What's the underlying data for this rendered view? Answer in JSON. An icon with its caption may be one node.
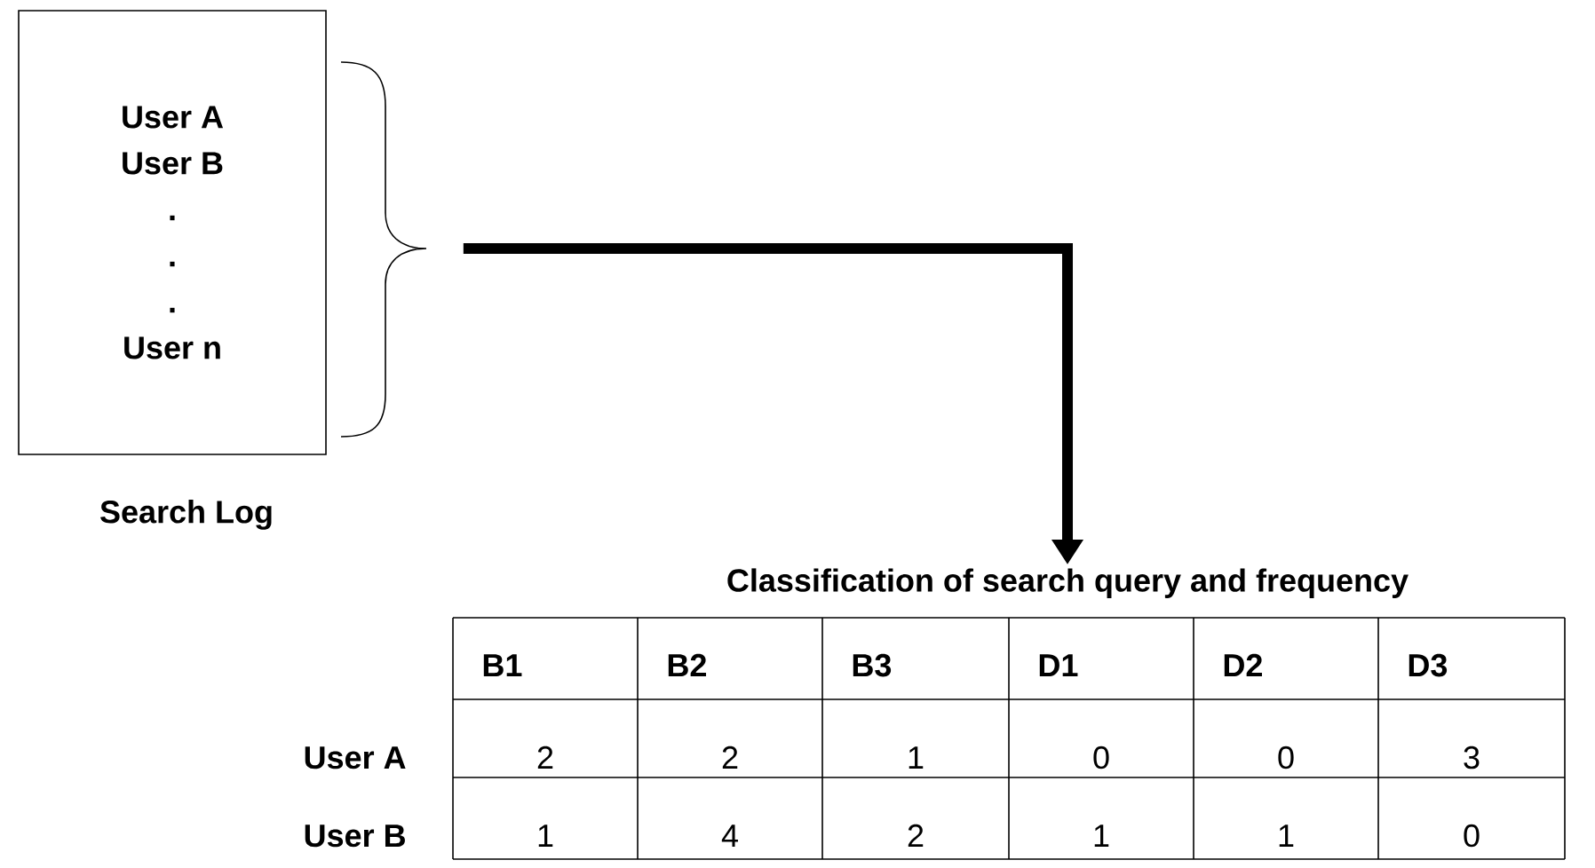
{
  "diagram": {
    "nodes": [
      {
        "text": [
          "User A",
          "User B",
          ".",
          ".",
          ".",
          "User n"
        ],
        "beside": [
          "Search Log"
        ]
      },
      {
        "text": [
          "Classification of search query and frequency"
        ]
      }
    ],
    "edges": [
      {
        "from": 0,
        "to": 1,
        "arrow": "to"
      }
    ],
    "labels": [
      "B1",
      "B2",
      "B3",
      "D1",
      "D2",
      "D3",
      "User A",
      "2",
      "2",
      "1",
      "0",
      "0",
      "3",
      "User B",
      "1",
      "4",
      "2",
      "1",
      "1",
      "0"
    ]
  }
}
